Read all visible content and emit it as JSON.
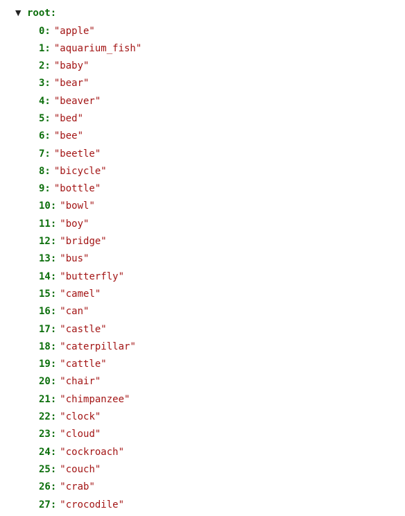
{
  "root": {
    "label": "root:",
    "expanded": true,
    "toggle_icon": "▼"
  },
  "colors": {
    "key": "#0b6e0b",
    "string": "#a31515"
  },
  "items": [
    {
      "index": "0:",
      "value": "\"apple\""
    },
    {
      "index": "1:",
      "value": "\"aquarium_fish\""
    },
    {
      "index": "2:",
      "value": "\"baby\""
    },
    {
      "index": "3:",
      "value": "\"bear\""
    },
    {
      "index": "4:",
      "value": "\"beaver\""
    },
    {
      "index": "5:",
      "value": "\"bed\""
    },
    {
      "index": "6:",
      "value": "\"bee\""
    },
    {
      "index": "7:",
      "value": "\"beetle\""
    },
    {
      "index": "8:",
      "value": "\"bicycle\""
    },
    {
      "index": "9:",
      "value": "\"bottle\""
    },
    {
      "index": "10:",
      "value": "\"bowl\""
    },
    {
      "index": "11:",
      "value": "\"boy\""
    },
    {
      "index": "12:",
      "value": "\"bridge\""
    },
    {
      "index": "13:",
      "value": "\"bus\""
    },
    {
      "index": "14:",
      "value": "\"butterfly\""
    },
    {
      "index": "15:",
      "value": "\"camel\""
    },
    {
      "index": "16:",
      "value": "\"can\""
    },
    {
      "index": "17:",
      "value": "\"castle\""
    },
    {
      "index": "18:",
      "value": "\"caterpillar\""
    },
    {
      "index": "19:",
      "value": "\"cattle\""
    },
    {
      "index": "20:",
      "value": "\"chair\""
    },
    {
      "index": "21:",
      "value": "\"chimpanzee\""
    },
    {
      "index": "22:",
      "value": "\"clock\""
    },
    {
      "index": "23:",
      "value": "\"cloud\""
    },
    {
      "index": "24:",
      "value": "\"cockroach\""
    },
    {
      "index": "25:",
      "value": "\"couch\""
    },
    {
      "index": "26:",
      "value": "\"crab\""
    },
    {
      "index": "27:",
      "value": "\"crocodile\""
    }
  ]
}
